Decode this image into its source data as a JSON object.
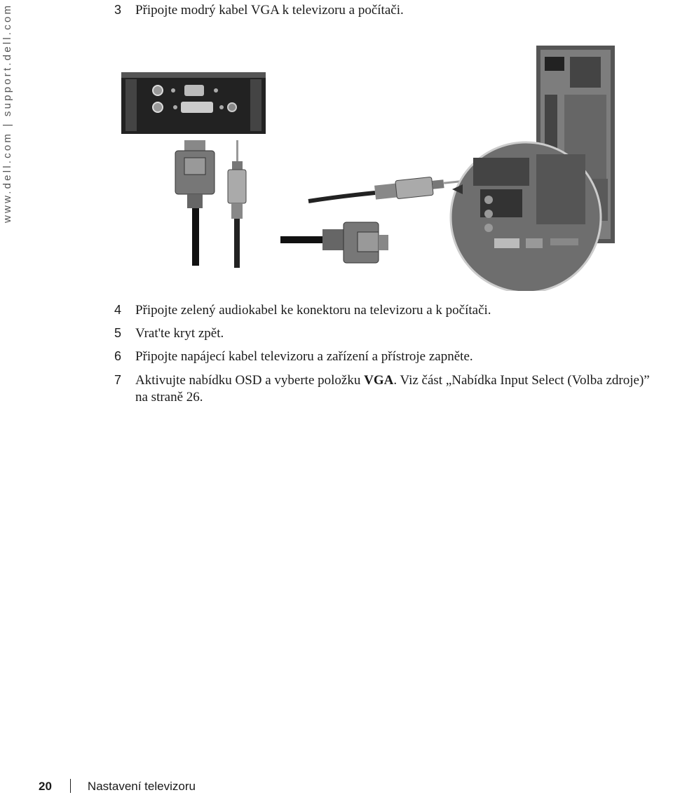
{
  "side_url": "www.dell.com | support.dell.com",
  "steps": [
    {
      "num": "3",
      "text": "Připojte modrý kabel VGA k televizoru a počítači."
    },
    {
      "num": "4",
      "text": "Připojte zelený audiokabel ke konektoru na televizoru a k počítači."
    },
    {
      "num": "5",
      "text": "Vrat'te kryt zpět."
    },
    {
      "num": "6",
      "text": "Připojte napájecí kabel televizoru a zařízení a přístroje zapněte."
    },
    {
      "num": "7",
      "text_before": "Aktivujte nabídku OSD a vyberte položku ",
      "bold": "VGA",
      "text_after": ". Viz část „Nabídka Input Select (Volba zdroje)”",
      "text_cont": "na straně 26."
    }
  ],
  "footer": {
    "page_number": "20",
    "section": "Nastavení televizoru"
  }
}
